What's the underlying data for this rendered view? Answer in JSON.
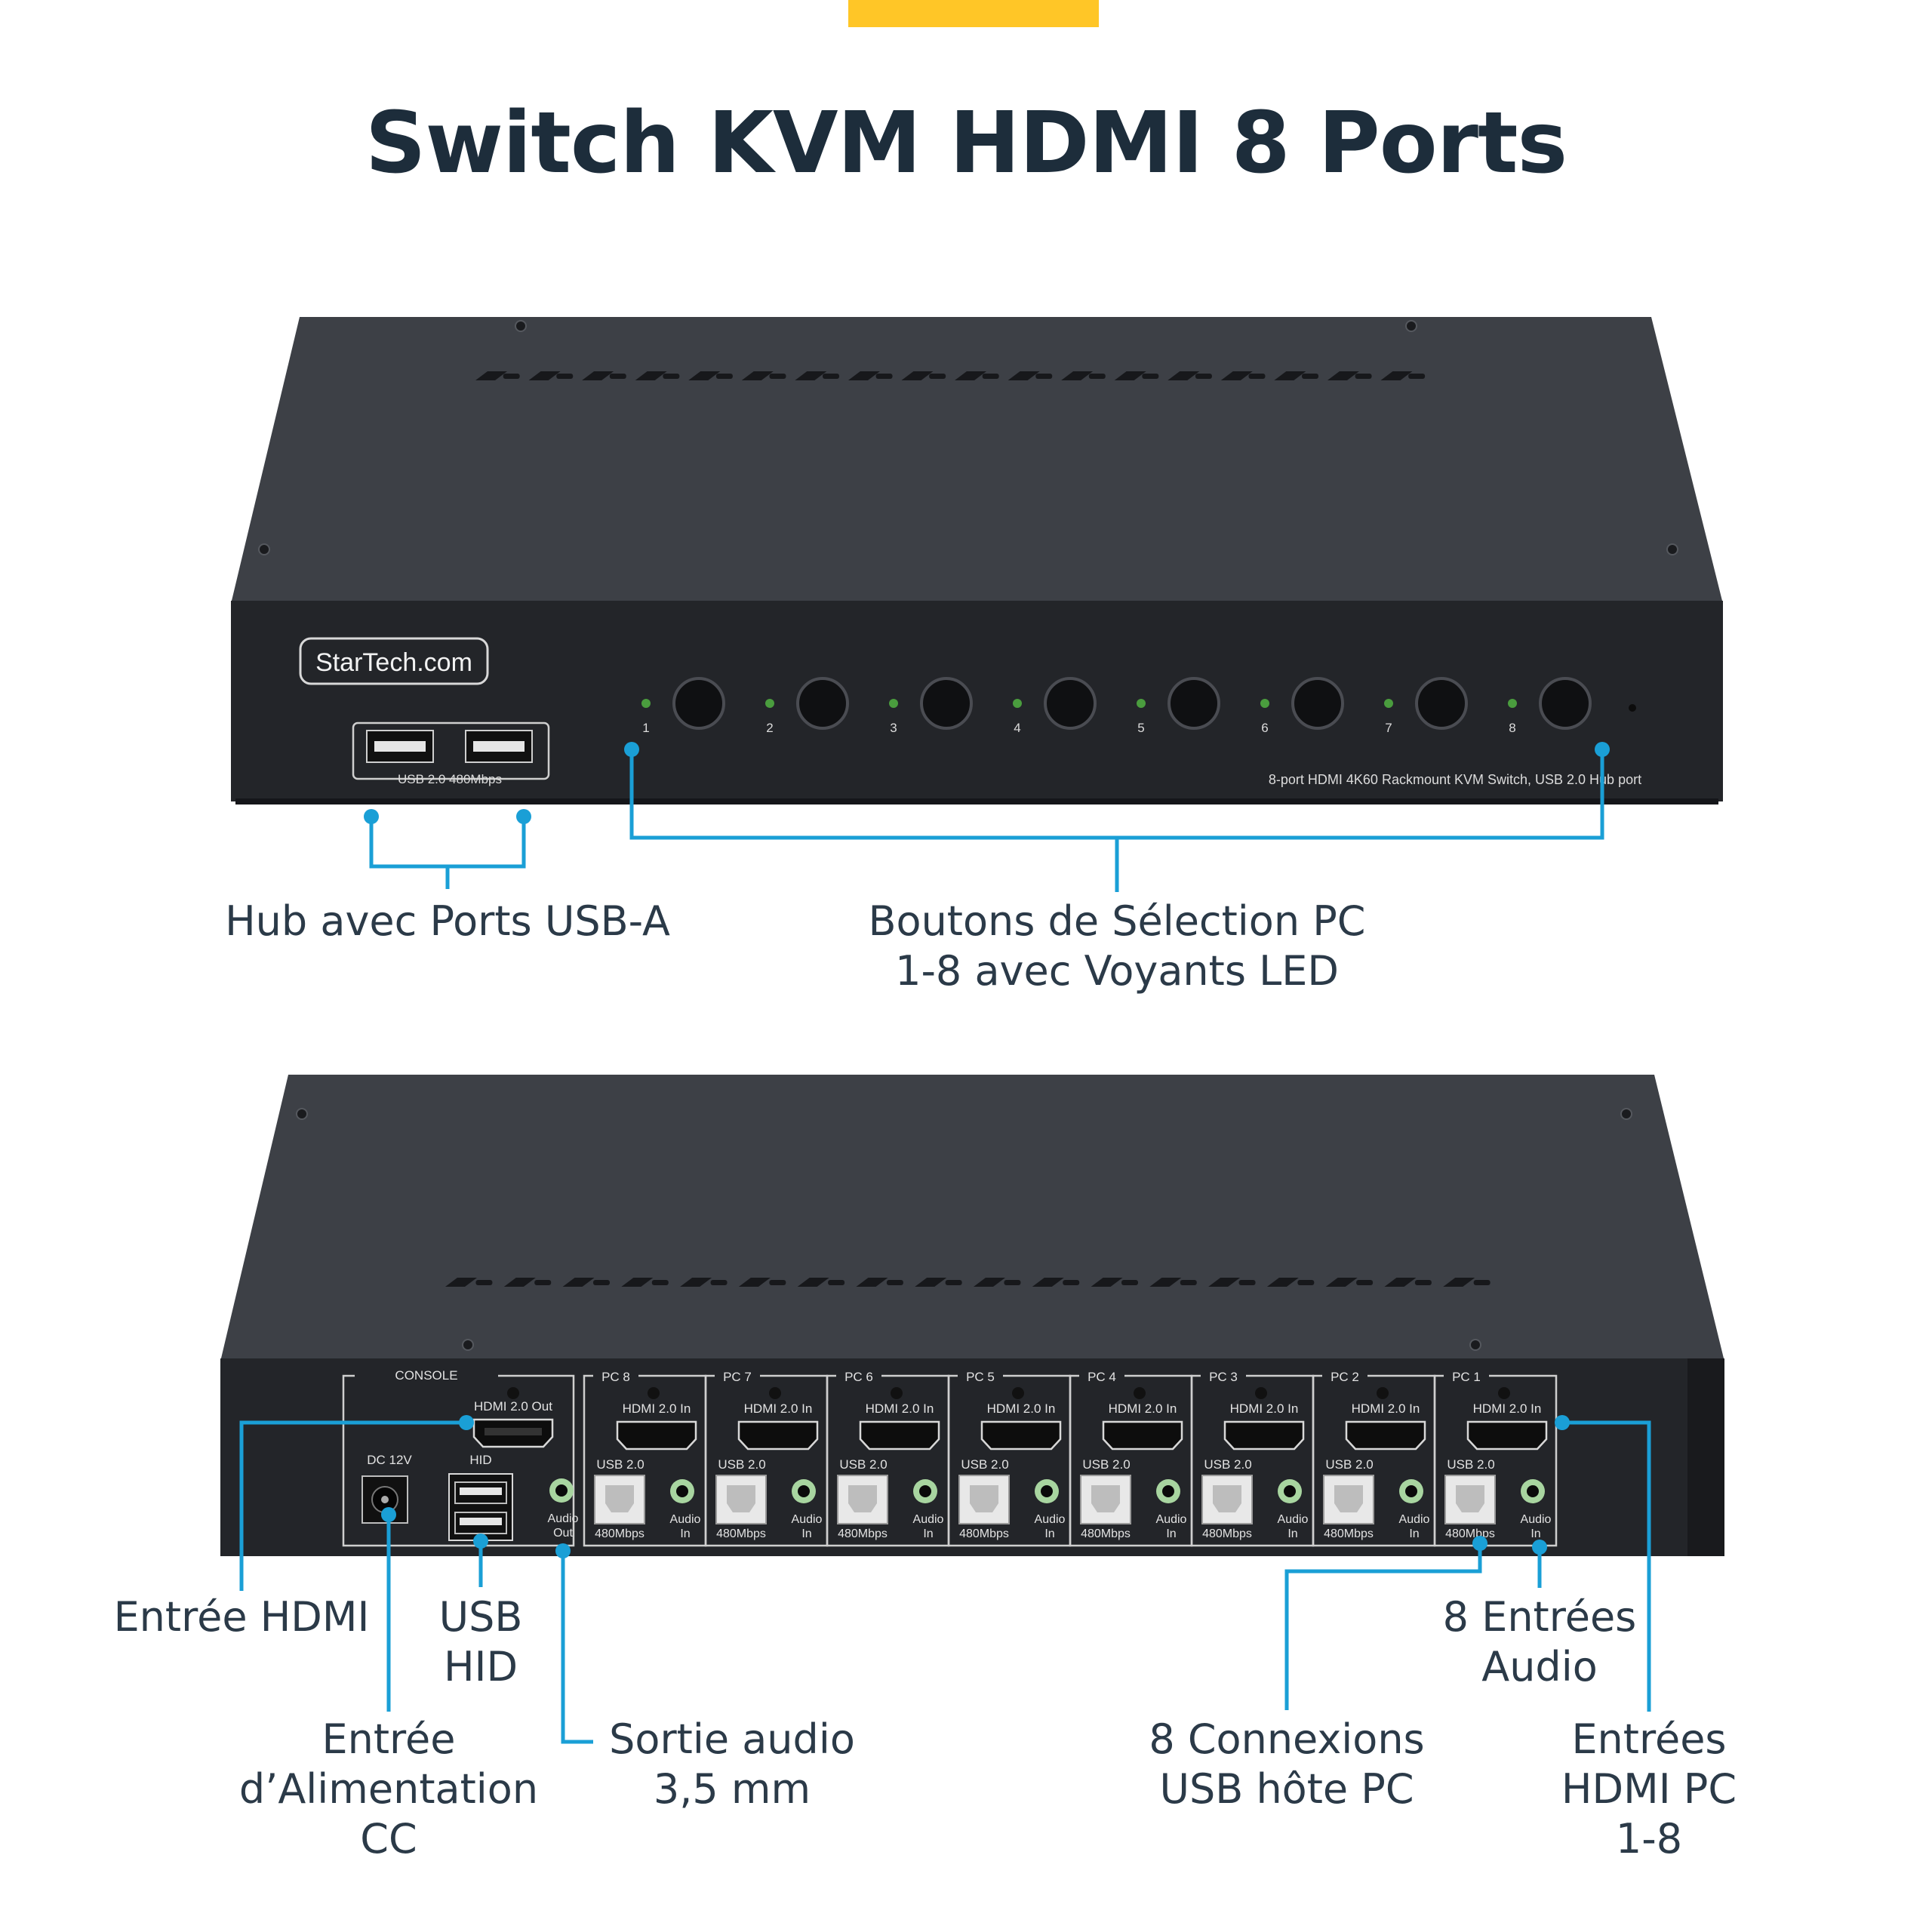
{
  "header": {
    "title": "Switch KVM HDMI 8 Ports",
    "accent_color": "#FFC627"
  },
  "colors": {
    "callout": "#1a9fd6",
    "chassis_top": "#3b3e44",
    "chassis_face": "#222428",
    "text": "#2b3a48"
  },
  "front_panel": {
    "brand": "StarTech.com",
    "usb_caption": "USB 2.0 480Mbps",
    "model_caption": "8-port HDMI 4K60 Rackmount KVM Switch, USB 2.0 Hub port",
    "port_numbers": [
      "1",
      "2",
      "3",
      "4",
      "5",
      "6",
      "7",
      "8"
    ]
  },
  "rear_panel": {
    "console_label": "CONSOLE",
    "hdmi_out_label": "HDMI 2.0 Out",
    "dc_label": "DC 12V",
    "hid_label": "HID",
    "audio_out_line1": "Audio",
    "audio_out_line2": "Out",
    "pc_groups": [
      {
        "name": "PC 8"
      },
      {
        "name": "PC 7"
      },
      {
        "name": "PC 6"
      },
      {
        "name": "PC 5"
      },
      {
        "name": "PC 4"
      },
      {
        "name": "PC 3"
      },
      {
        "name": "PC 2"
      },
      {
        "name": "PC 1"
      }
    ],
    "hdmi_in_label": "HDMI 2.0 In",
    "usb_label": "USB 2.0",
    "usb_speed": "480Mbps",
    "audio_in_line1": "Audio",
    "audio_in_line2": "In"
  },
  "callouts": {
    "usb_hub": "Hub avec Ports USB-A",
    "buttons_line1": "Boutons de Sélection PC",
    "buttons_line2": "1-8 avec Voyants LED",
    "hdmi_input": "Entrée HDMI",
    "usb_hid_line1": "USB",
    "usb_hid_line2": "HID",
    "power_line1": "Entrée",
    "power_line2": "d’Alimentation",
    "power_line3": "CC",
    "audio_out_line1": "Sortie audio",
    "audio_out_line2": "3,5 mm",
    "usb_host_line1": "8 Connexions",
    "usb_host_line2": "USB hôte PC",
    "audio_in_line1": "8 Entrées",
    "audio_in_line2": "Audio",
    "hdmi_pc_line1": "Entrées",
    "hdmi_pc_line2": "HDMI PC",
    "hdmi_pc_line3": "1-8"
  }
}
